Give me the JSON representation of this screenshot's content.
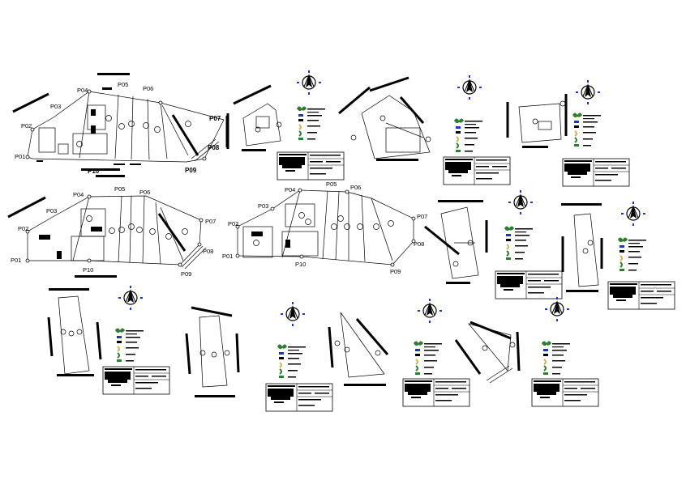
{
  "drawing_title": "",
  "colors": {
    "ink": "#000000",
    "north_blue": "#1a33cc",
    "legend_green": "#2e7d32",
    "legend_yellow": "#c9b458"
  },
  "plans": {
    "plan1": {
      "points": [
        "P01",
        "P02",
        "P03",
        "P04",
        "P05",
        "P06",
        "P07",
        "P08",
        "P09"
      ],
      "bottom_tag": "P10"
    },
    "plan2": {
      "points": [
        "P01",
        "P02",
        "P03",
        "P04",
        "P05",
        "P06",
        "P07",
        "P08",
        "P09",
        "P10"
      ]
    },
    "plan3": {
      "points": [
        "P01",
        "P02",
        "P03",
        "P04",
        "P05",
        "P06",
        "P07",
        "P08",
        "P09",
        "P10"
      ]
    }
  },
  "north_arrow_icon": "north-arrow-icon"
}
